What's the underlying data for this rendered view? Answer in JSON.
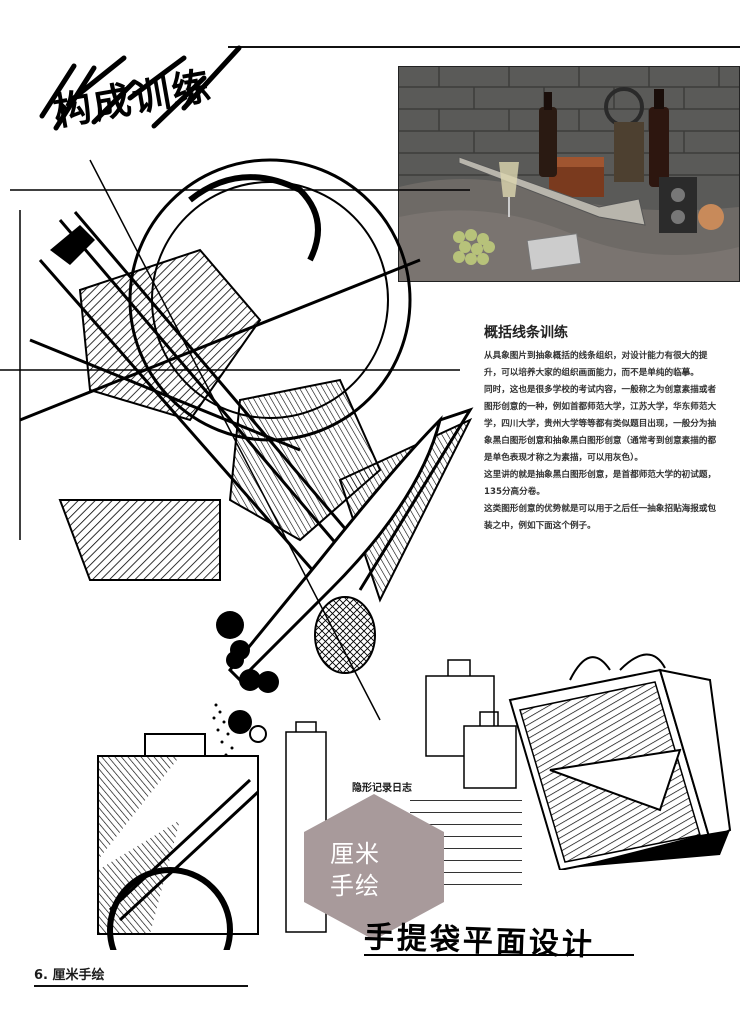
{
  "header": {
    "hand_title": "构成训练"
  },
  "article": {
    "heading": "概括线条训练",
    "paragraphs": [
      "从具象图片到抽象概括的线条组织，对设计能力有很大的提升，可以培养大家的组织画面能力，而不是单纯的临摹。",
      "同时，这也是很多学校的考试内容，一般称之为创意素描或者图形创意的一种，例如首都师范大学，江苏大学，华东师范大学，四川大学，贵州大学等等都有类似题目出现，一般分为抽象黑白图形创意和抽象黑白图形创意（通常考到创意素描的都是单色表现才称之为素描，可以用灰色）。",
      "这里讲的就是抽象黑白图形创意，是首都师范大学的初试题，135分高分卷。",
      "这类图形创意的优势就是可以用于之后任一抽象招贴海报或包装之中，例如下面这个例子。"
    ]
  },
  "note": {
    "title": "隐形记录日志"
  },
  "badge": {
    "line1": "厘米",
    "line2": "手绘",
    "color": "#a89a9b"
  },
  "bottom_title": "手提袋平面设计",
  "footer": {
    "page_label": "6. 厘米手绘"
  }
}
